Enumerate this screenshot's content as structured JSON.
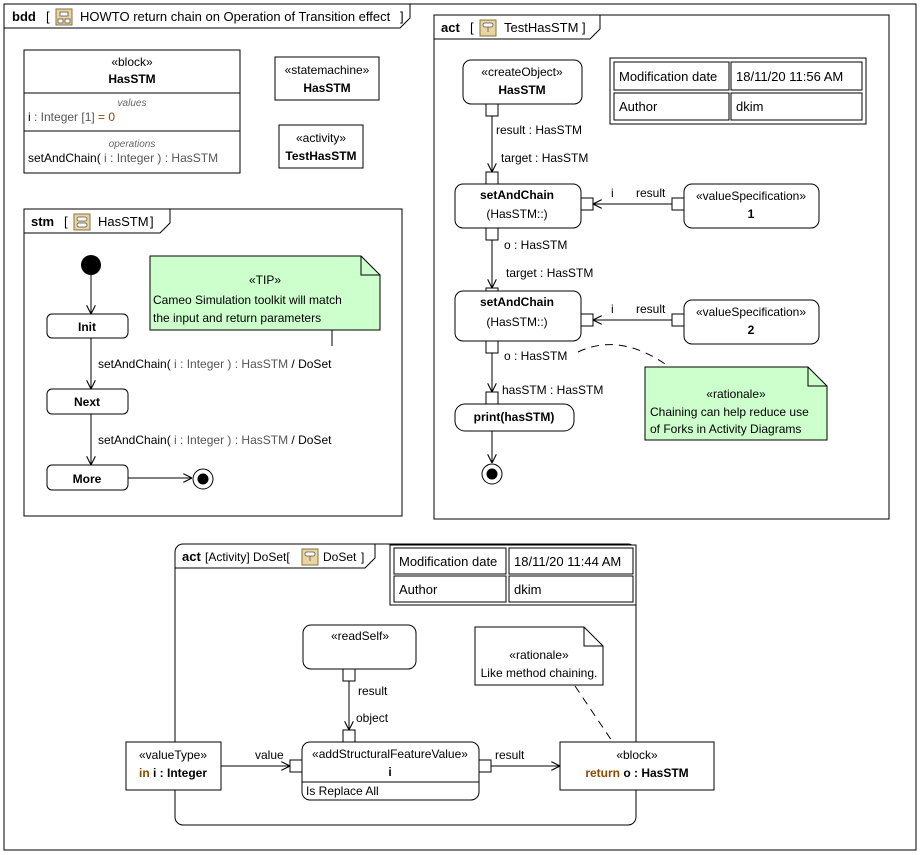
{
  "bdd": {
    "kind": "bdd",
    "title": "HOWTO return chain on Operation of Transition effect",
    "block": {
      "stereotype": "«block»",
      "name": "HasSTM",
      "values_header": "values",
      "value_name": "i",
      "value_type": " : Integer [1]",
      "value_default": " = 0",
      "operations_header": "operations",
      "op_name": "setAndChain( ",
      "op_param": "i : Integer",
      "op_return": " ) : HasSTM"
    },
    "statemachine": {
      "stereotype": "«statemachine»",
      "name": "HasSTM"
    },
    "activity": {
      "stereotype": "«activity»",
      "name": "TestHasSTM"
    }
  },
  "stm": {
    "kind": "stm",
    "title": "HasSTM",
    "states": {
      "init": "Init",
      "next": "Next",
      "more": "More"
    },
    "note": {
      "stereotype": "«TIP»",
      "line1": "Cameo Simulation toolkit will match",
      "line2": "the input and return parameters"
    },
    "transition1": {
      "op": "setAndChain( ",
      "param": "i : Integer",
      "ret": " ) : HasSTM",
      "effect": " / DoSet"
    },
    "transition2": {
      "op": "setAndChain( ",
      "param": "i : Integer",
      "ret": " ) : HasSTM",
      "effect": " / DoSet"
    }
  },
  "act_test": {
    "kind": "act",
    "title": "TestHasSTM",
    "table": {
      "mod_label": "Modification date",
      "mod_value": "18/11/20 11:56 AM",
      "author_label": "Author",
      "author_value": "dkim"
    },
    "create": {
      "stereotype": "«createObject»",
      "name": "HasSTM"
    },
    "result_pin": "result : HasSTM",
    "target_pin1": "target : HasSTM",
    "call1": {
      "name": "setAndChain",
      "owner": "(HasSTM::)"
    },
    "vs1": {
      "stereotype": "«valueSpecification»",
      "value": "1"
    },
    "i1": "i",
    "res1": "result",
    "o_pin1": "o : HasSTM",
    "target_pin2": "target : HasSTM",
    "call2": {
      "name": "setAndChain",
      "owner": "(HasSTM::)"
    },
    "vs2": {
      "stereotype": "«valueSpecification»",
      "value": "2"
    },
    "i2": "i",
    "res2": "result",
    "o_pin2": "o : HasSTM",
    "hasstm_pin": "hasSTM : HasSTM",
    "print": "print(hasSTM)",
    "rationale": {
      "stereotype": "«rationale»",
      "line1": "Chaining can help reduce use",
      "line2": "of Forks in Activity Diagrams"
    }
  },
  "act_doset": {
    "kind": "act",
    "prefix": "[Activity] DoSet[",
    "title": "DoSet",
    "table": {
      "mod_label": "Modification date",
      "mod_value": "18/11/20 11:44 AM",
      "author_label": "Author",
      "author_value": "dkim"
    },
    "readself": "«readSelf»",
    "result_label": "result",
    "object_label": "object",
    "add": {
      "stereotype": "«addStructuralFeatureValue»",
      "name": "i",
      "replace": "Is Replace All"
    },
    "value_label": "value",
    "result2_label": "result",
    "valuetype": {
      "stereotype": "«valueType»",
      "dir": "in",
      "name": " i : Integer"
    },
    "block": {
      "stereotype": "«block»",
      "dir": "return",
      "name": " o : HasSTM"
    },
    "rationale": {
      "stereotype": "«rationale»",
      "text": "Like method chaining."
    }
  }
}
